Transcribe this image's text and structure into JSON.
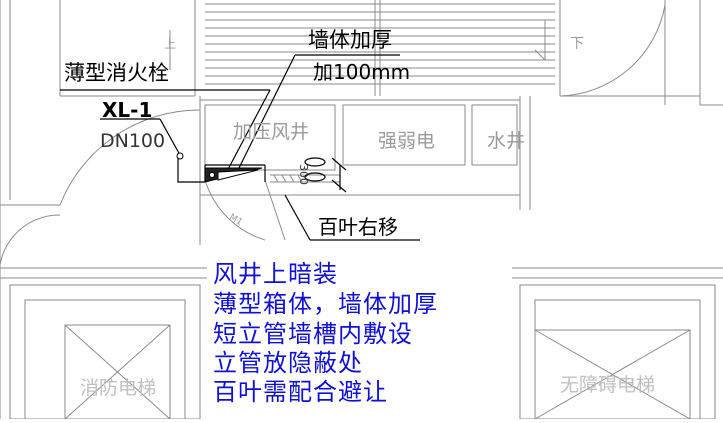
{
  "diagram": {
    "labels": {
      "thin_hydrant": "薄型消火栓",
      "hydrant_id": "XL-1",
      "hydrant_dn": "DN100",
      "wall_thicken_1": "墙体加厚",
      "wall_thicken_2": "加100mm",
      "pressurized_shaft": "加压风井",
      "electric_shaft": "强弱电",
      "water_shaft": "水井",
      "louver_shift": "百叶右移",
      "fire_elevator": "消防电梯",
      "accessible_elevator": "无障碍电梯",
      "stair_up": "上",
      "stair_down": "下",
      "dim_300": "300",
      "door_tag": "M1"
    },
    "notes": [
      "风井上暗装",
      "薄型箱体，墙体加厚",
      "短立管墙槽内敷设",
      "立管放隐蔽处",
      "百叶需配合避让"
    ],
    "colors": {
      "lines": "#8a8a8a",
      "annotation": "#000000",
      "note_text": "#1010d0"
    }
  }
}
